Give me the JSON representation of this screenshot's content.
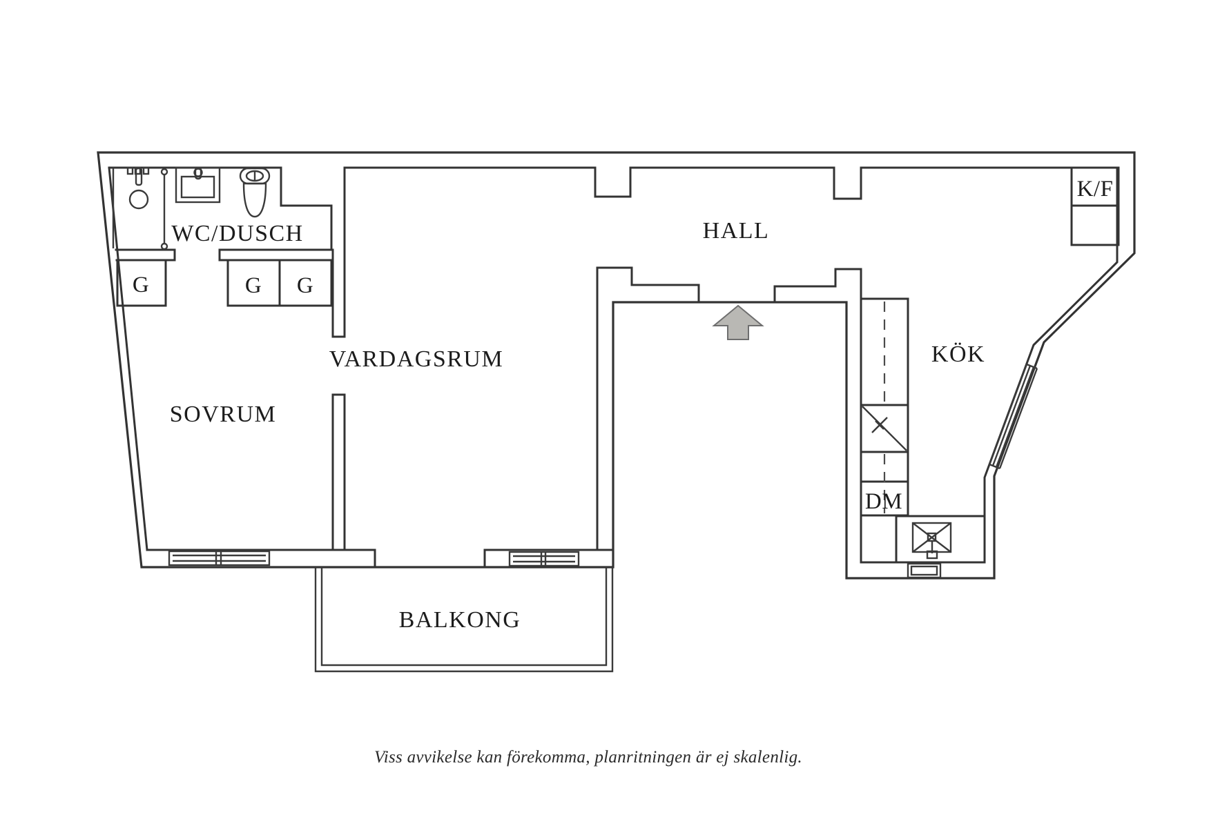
{
  "canvas": {
    "background": "#ffffff",
    "wall_color": "#333333",
    "arrow_fill": "#b9b8b4",
    "arrow_stroke": "#6e6e6e"
  },
  "rooms": {
    "bathroom": {
      "label": "WC/DUSCH"
    },
    "hall": {
      "label": "HALL"
    },
    "living_room": {
      "label": "VARDAGSRUM"
    },
    "bedroom": {
      "label": "SOVRUM"
    },
    "kitchen": {
      "label": "KÖK"
    },
    "balcony": {
      "label": "BALKONG"
    }
  },
  "fixtures": {
    "wardrobe_1": {
      "label": "G"
    },
    "wardrobe_2": {
      "label": "G"
    },
    "wardrobe_3": {
      "label": "G"
    },
    "dishwasher": {
      "label": "DM"
    },
    "fridge_freezer": {
      "label": "K/F"
    }
  },
  "footer": {
    "note": "Viss avvikelse kan förekomma, planritningen är ej skalenlig."
  }
}
